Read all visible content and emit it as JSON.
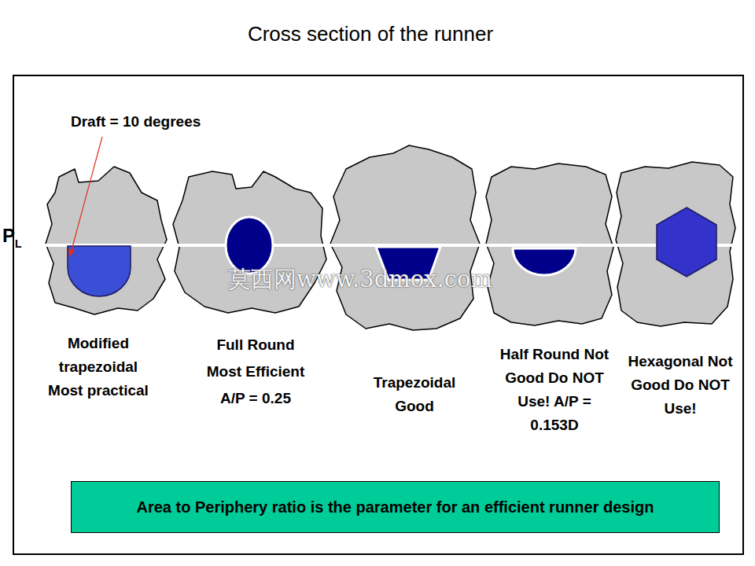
{
  "diagram": {
    "title": "Cross section of the runner",
    "nodes": [
      {
        "text": [
          "Area to Periphery ratio is the parameter for an efficient runner design"
        ]
      }
    ],
    "labels": [
      "Draft = 10 degrees",
      "P",
      "L",
      "Modified trapezoidal Most practical",
      "Full Round Most Efficient A/P = 0.25",
      "Trapezoidal Good",
      "Half Round Not Good Do NOT Use! A/P = 0.153D",
      "Hexagonal Not Good Do NOT Use!",
      "莫西网www.3dmox.com"
    ]
  }
}
